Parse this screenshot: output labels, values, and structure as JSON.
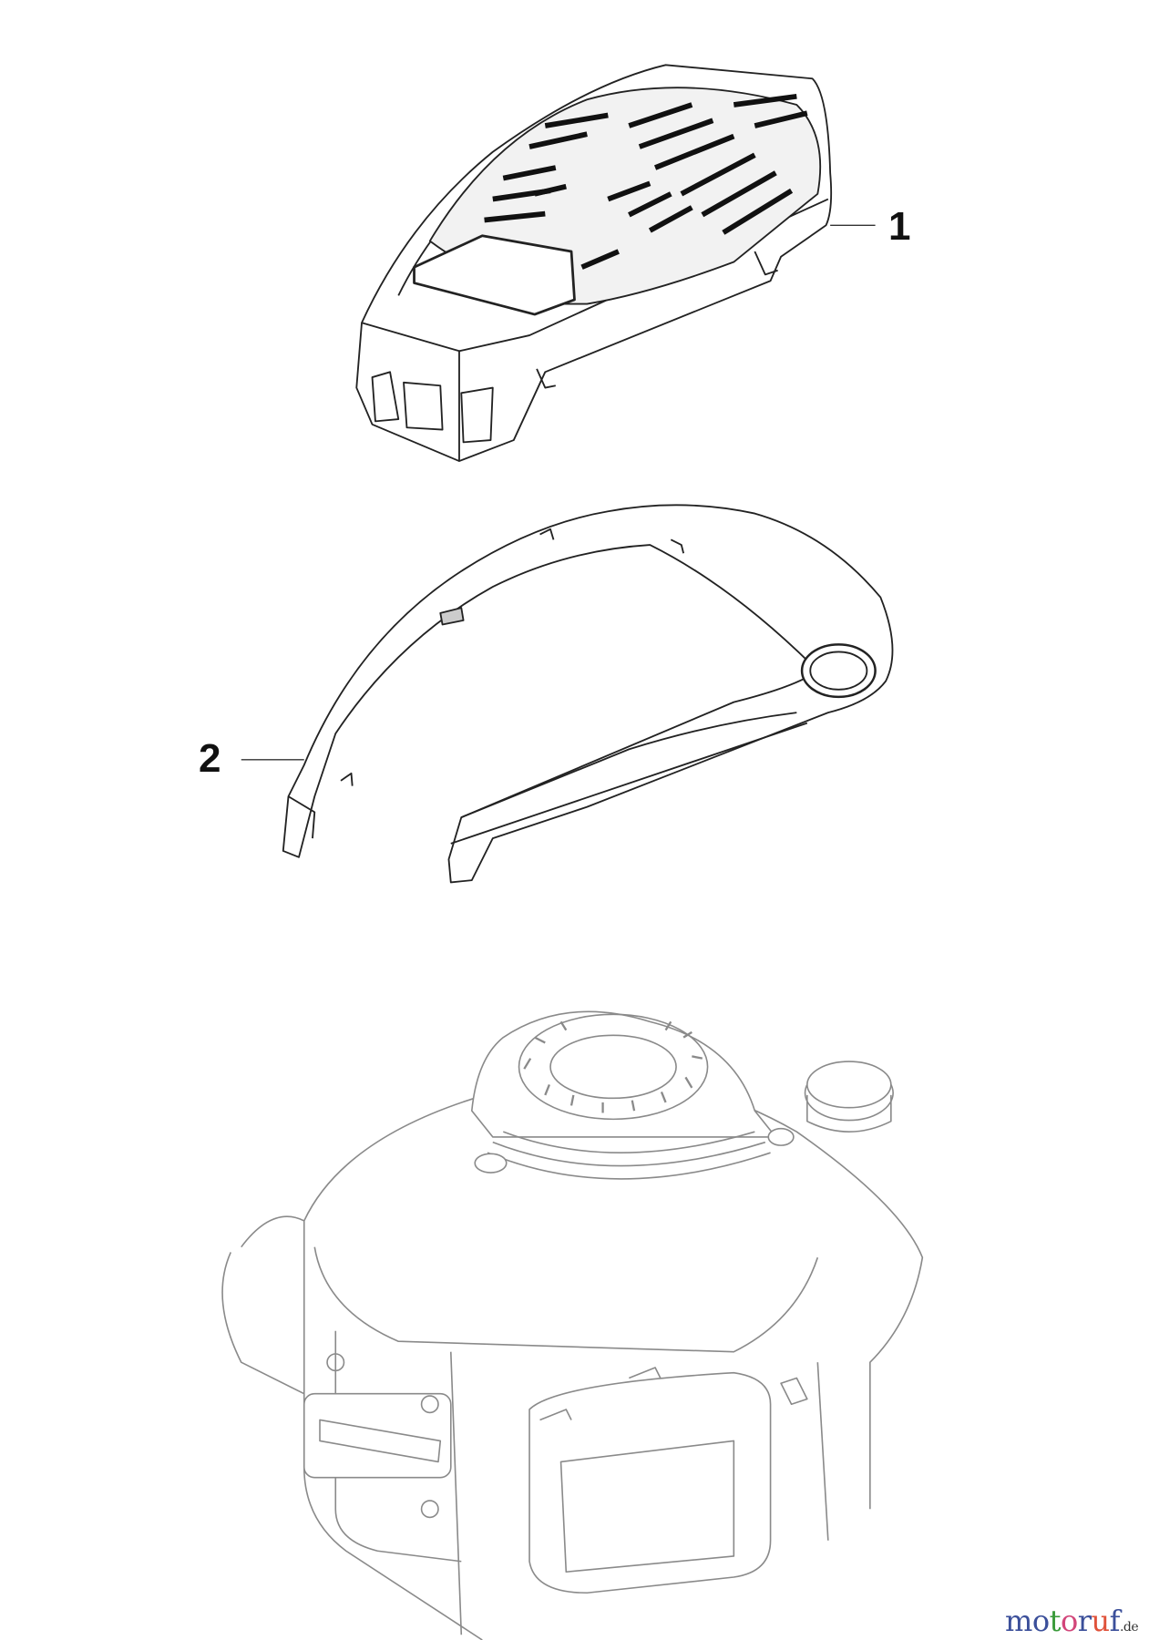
{
  "diagram": {
    "callouts": [
      {
        "label": "1",
        "part": "cover"
      },
      {
        "label": "2",
        "part": "shroud"
      }
    ]
  },
  "watermark": {
    "text": "motoruf",
    "suffix": ".de",
    "letter_colors": [
      "#3b4f9a",
      "#3b4f9a",
      "#3a9a3a",
      "#d2467a",
      "#3b4f9a",
      "#e0523a",
      "#3b4f9a",
      "#e3b020"
    ]
  }
}
